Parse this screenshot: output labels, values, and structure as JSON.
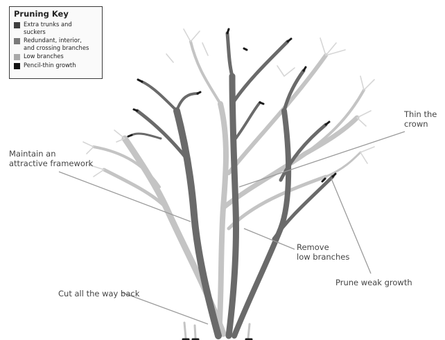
{
  "key": {
    "title": "Pruning Key",
    "items": [
      {
        "label": "Extra trunks and\nsuckers",
        "color": "#3f3f3f"
      },
      {
        "label": "Redundant, interior,\nand crossing branches",
        "color": "#7a7a7a"
      },
      {
        "label": "Low branches",
        "color": "#a9a9a9"
      },
      {
        "label": "Pencil-thin growth",
        "color": "#111111"
      }
    ]
  },
  "annotations": {
    "thin_crown": "Thin the\ncrown",
    "framework": "Maintain an\nattractive framework",
    "remove_low": "Remove\nlow branches",
    "prune_weak": "Prune weak growth",
    "cut_back": "Cut all the way back"
  },
  "colors": {
    "dark_branch": "#6a6a6a",
    "light_branch": "#c4c4c4",
    "twig": "#d6d6d6",
    "cut_mark": "#1a1a1a",
    "leader_line": "#9a9a9a"
  }
}
